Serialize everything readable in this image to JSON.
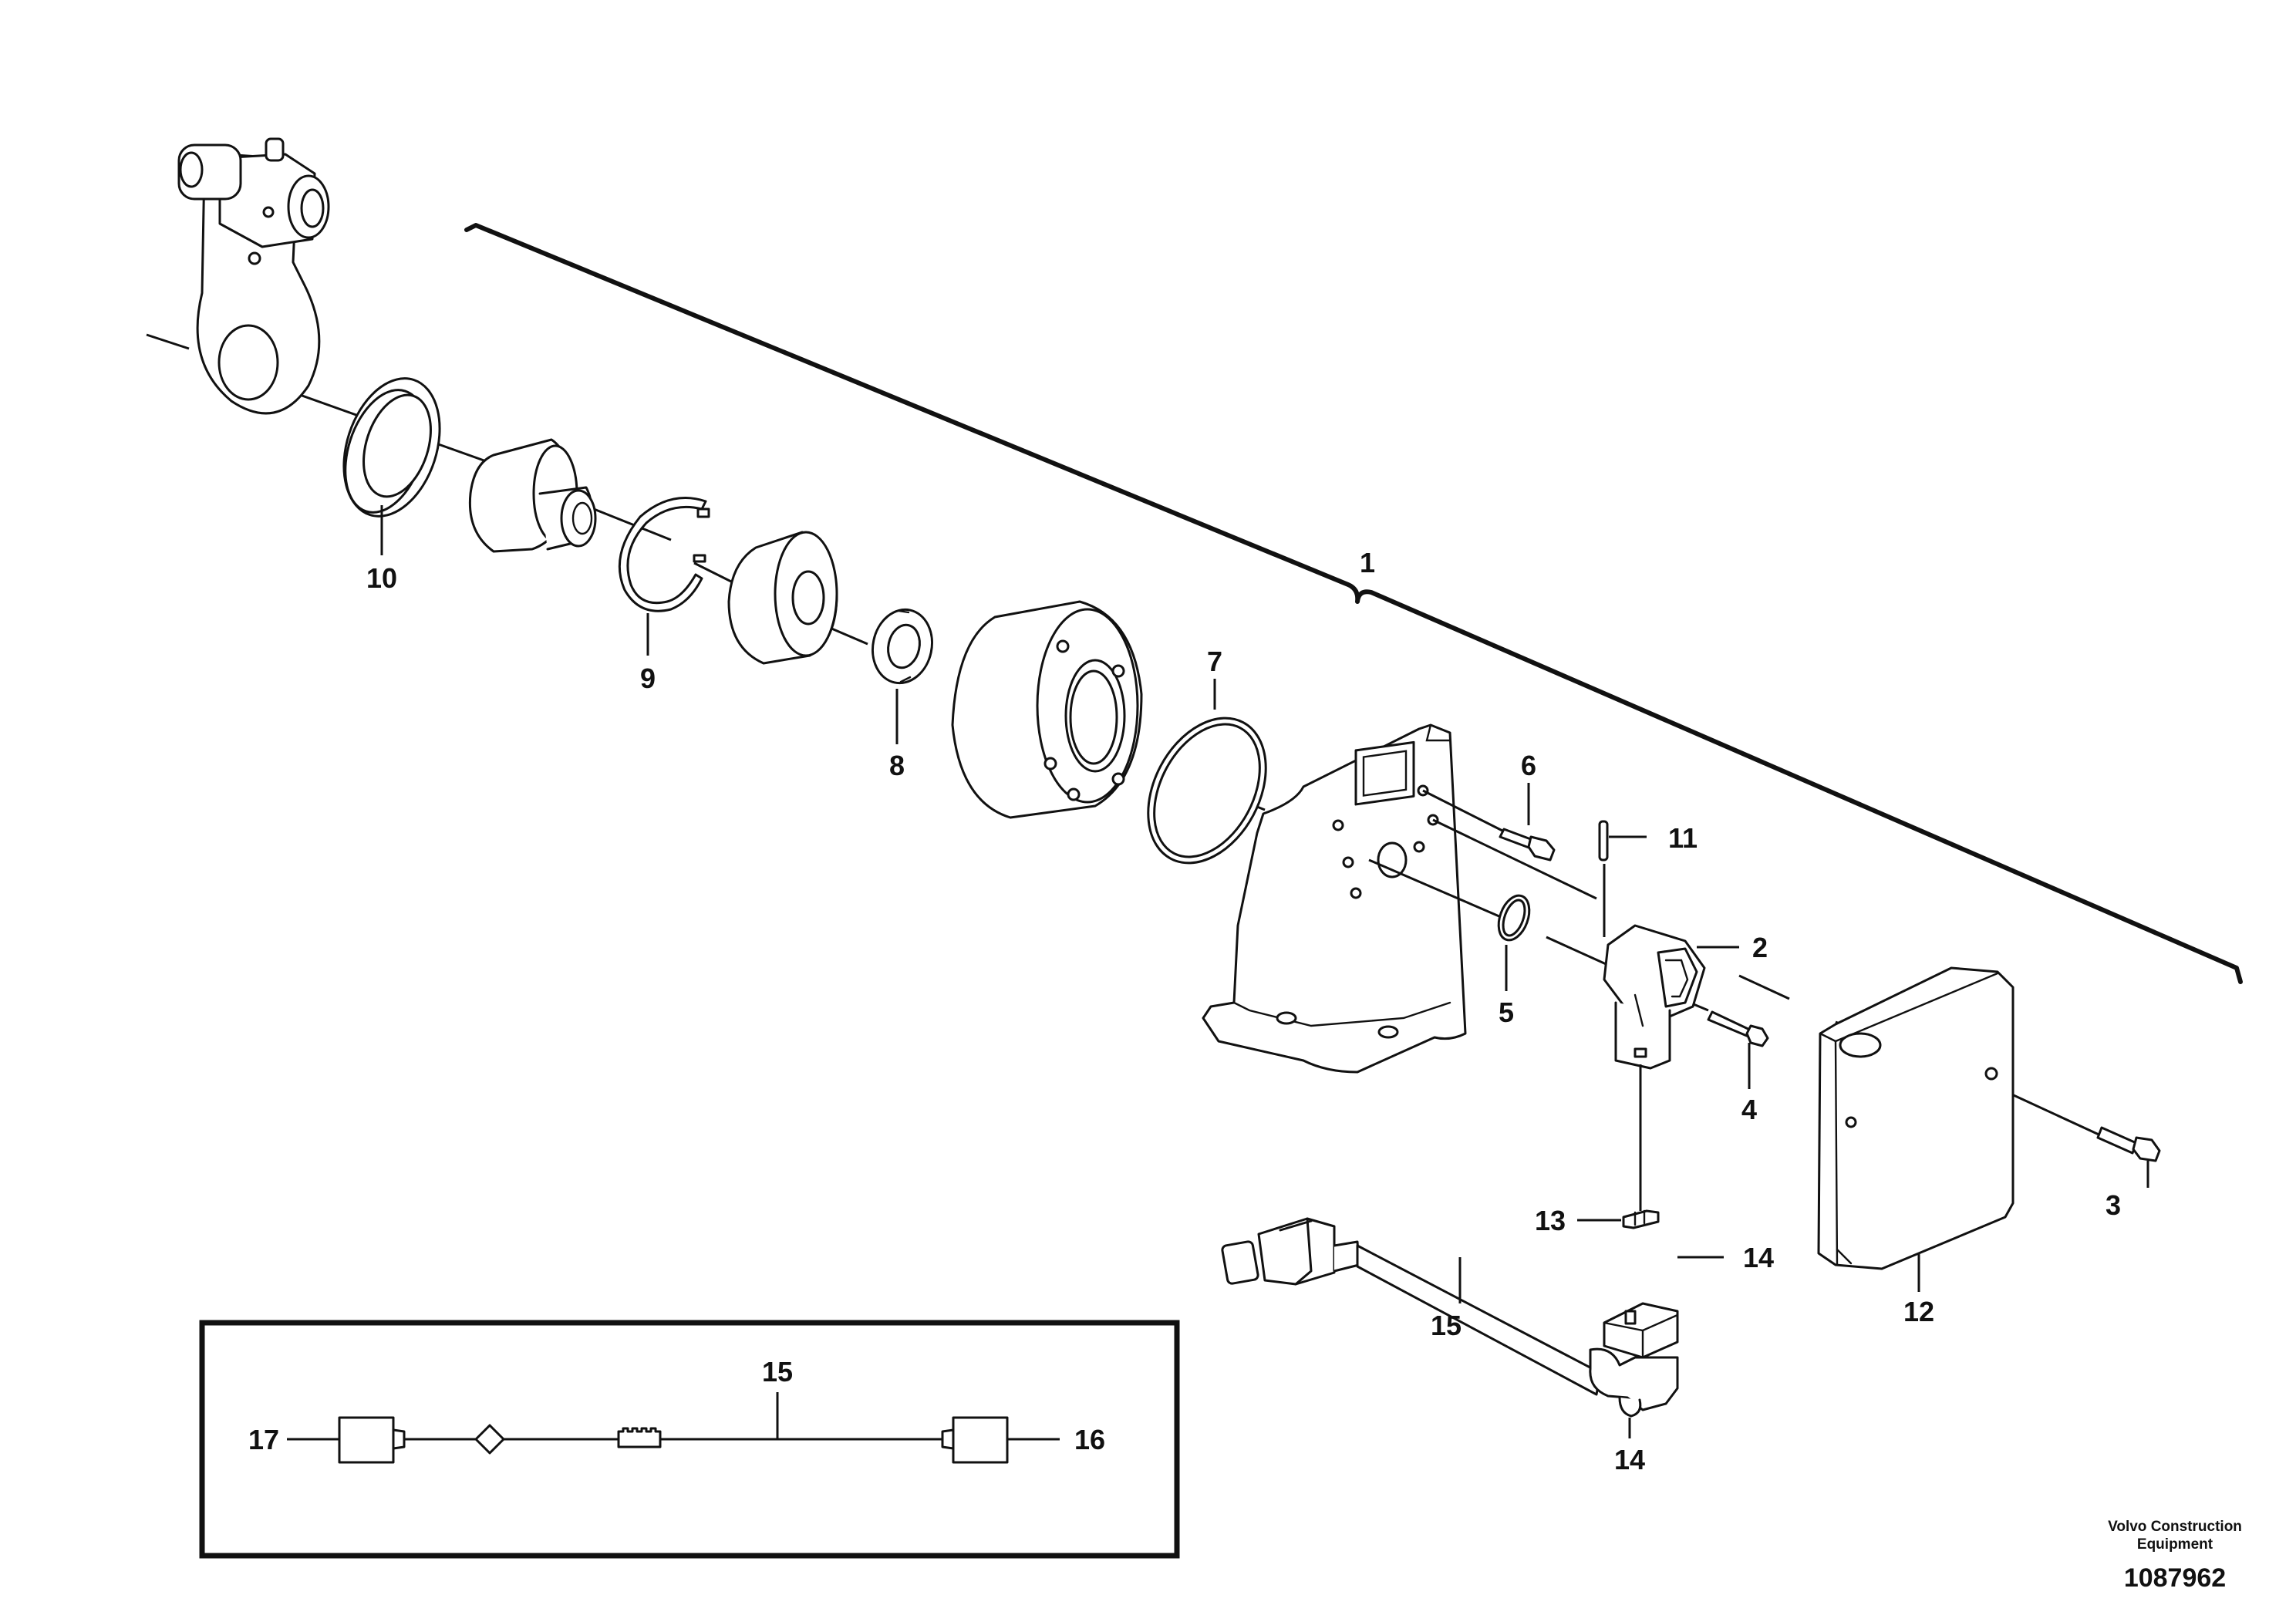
{
  "callouts": {
    "c1": "1",
    "c2": "2",
    "c3": "3",
    "c4": "4",
    "c5": "5",
    "c6": "6",
    "c7": "7",
    "c8": "8",
    "c9": "9",
    "c10": "10",
    "c11": "11",
    "c12": "12",
    "c13": "13",
    "c14a": "14",
    "c14b": "14",
    "c15": "15"
  },
  "schematic": {
    "harness_label": "15",
    "left_end_label": "17",
    "right_end_label": "16"
  },
  "footer": {
    "brand_line1": "Volvo Construction",
    "brand_line2": "Equipment",
    "drawing_number": "1087962"
  }
}
